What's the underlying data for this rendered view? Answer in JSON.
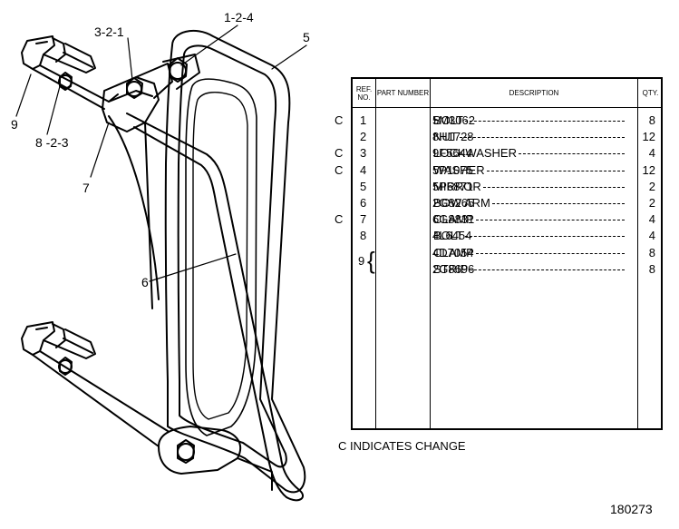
{
  "callouts": {
    "c_3_2_1": "3-2-1",
    "c_1_2_4": "1-2-4",
    "c_5": "5",
    "c_9": "9",
    "c_8_2_3": "8 -2-3",
    "c_7": "7",
    "c_6": "6"
  },
  "table": {
    "headers": {
      "ref_no": "REF. NO.",
      "part_number": "PART NUMBER",
      "description": "DESCRIPTION",
      "qty": "QTY."
    },
    "rows": [
      {
        "change": "C",
        "ref": "1",
        "part": "5M3062",
        "desc": "BOLT",
        "qty": "8"
      },
      {
        "change": "",
        "ref": "2",
        "part": "8H1728",
        "desc": "NUT",
        "qty": "12"
      },
      {
        "change": "C",
        "ref": "3",
        "part": "9F5644",
        "desc": "LOCKWASHER",
        "qty": "4"
      },
      {
        "change": "C",
        "ref": "4",
        "part": "5P1075",
        "desc": "WASHER",
        "qty": "12"
      },
      {
        "change": "",
        "ref": "5",
        "part": "5P6871",
        "desc": "MIRROR",
        "qty": "2"
      },
      {
        "change": "",
        "ref": "6",
        "part": "2G8265",
        "desc": "BOW ARM",
        "qty": "2"
      },
      {
        "change": "C",
        "ref": "7",
        "part": "6G8831",
        "desc": "CLAMP",
        "qty": "4"
      },
      {
        "change": "",
        "ref": "8",
        "part": "4L6454",
        "desc": "BOLT",
        "qty": "4"
      },
      {
        "change": "",
        "ref": "9",
        "part": "4D7054",
        "desc": "CLAMP",
        "qty": "8"
      },
      {
        "change": "",
        "ref": "",
        "part": "2G8696",
        "desc": "STRIP",
        "qty": "8"
      }
    ]
  },
  "legend": "C INDICATES CHANGE",
  "figure_number": "180273"
}
